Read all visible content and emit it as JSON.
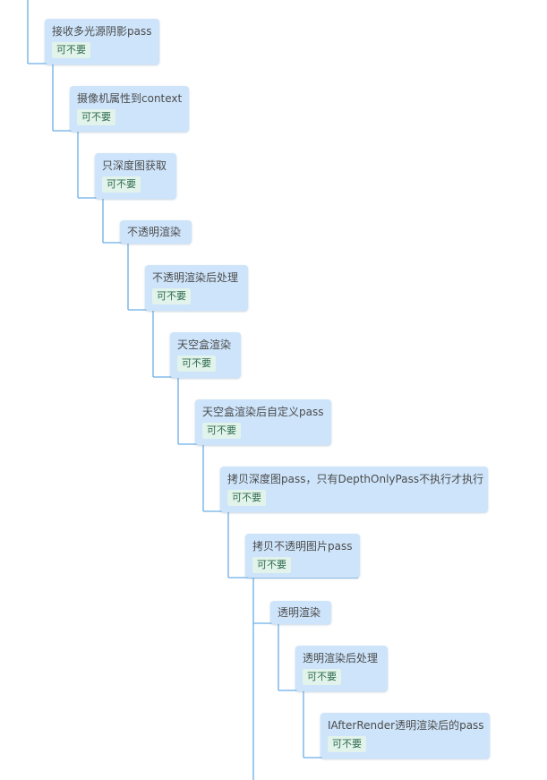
{
  "colors": {
    "node_fill": "#cde4fa",
    "connector": "#6aaee6",
    "tag_fill": "#e1f3ea",
    "tag_text": "#2f6b4f",
    "title_text": "#4c4c4c"
  },
  "nodes": [
    {
      "title": "接收多光源阴影pass",
      "tag": "可不要"
    },
    {
      "title": "摄像机属性到context",
      "tag": "可不要"
    },
    {
      "title": "只深度图获取",
      "tag": "可不要"
    },
    {
      "title": "不透明渲染",
      "tag": ""
    },
    {
      "title": "不透明渲染后处理",
      "tag": "可不要"
    },
    {
      "title": "天空盒渲染",
      "tag": "可不要"
    },
    {
      "title": "天空盒渲染后自定义pass",
      "tag": "可不要"
    },
    {
      "title": "拷贝深度图pass，只有DepthOnlyPass不执行才执行",
      "tag": "可不要"
    },
    {
      "title": "拷贝不透明图片pass",
      "tag": "可不要"
    },
    {
      "title": "透明渲染",
      "tag": ""
    },
    {
      "title": "透明渲染后处理",
      "tag": "可不要"
    },
    {
      "title": "IAfterRender透明渲染后的pass",
      "tag": "可不要"
    }
  ]
}
